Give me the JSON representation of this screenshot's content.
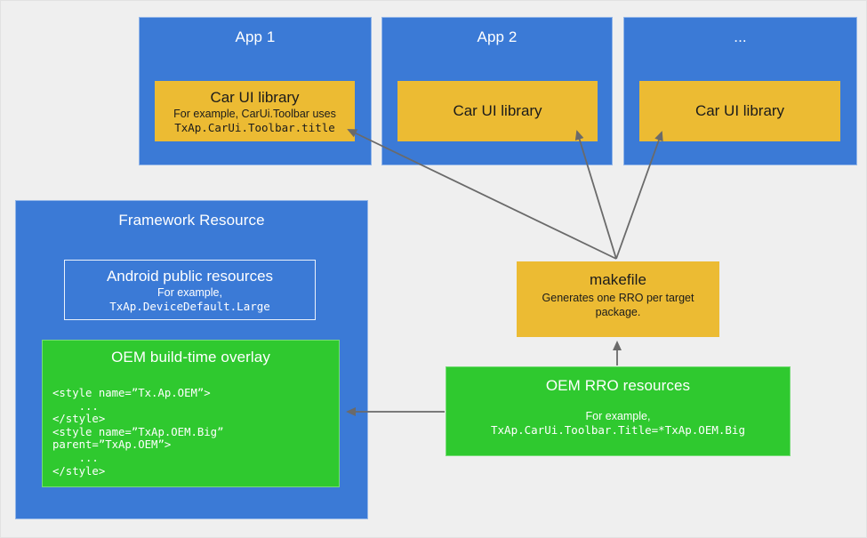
{
  "colors": {
    "background": "#efefef",
    "blue": "#3b7ad6",
    "yellow": "#ecbb33",
    "green": "#2fc92f",
    "arrow": "#6a6a6a",
    "text_dark": "#1b1b1b",
    "text_light": "#ffffff"
  },
  "apps": [
    {
      "title": "App 1",
      "library": {
        "title": "Car UI library",
        "note": "For example, CarUi.Toolbar uses",
        "code": "TxAp.CarUi.Toolbar.title"
      }
    },
    {
      "title": "App 2",
      "library": {
        "title": "Car UI library"
      }
    },
    {
      "title": "...",
      "library": {
        "title": "Car UI library"
      }
    }
  ],
  "framework": {
    "title": "Framework Resource",
    "public_resources": {
      "title": "Android public resources",
      "note": "For example,",
      "code": "TxAp.DeviceDefault.Large"
    },
    "overlay": {
      "title": "OEM build-time overlay",
      "code_lines": [
        "<style name=”Tx.Ap.OEM”>",
        "    ...",
        "</style>",
        "<style name=”TxAp.OEM.Big”",
        "parent=”TxAp.OEM”>",
        "    ...",
        "</style>"
      ]
    }
  },
  "makefile": {
    "title": "makefile",
    "note": "Generates one RRO per target package."
  },
  "rro": {
    "title": "OEM RRO resources",
    "note": "For example,",
    "code": "TxAp.CarUi.Toolbar.Title=*TxAp.OEM.Big"
  }
}
